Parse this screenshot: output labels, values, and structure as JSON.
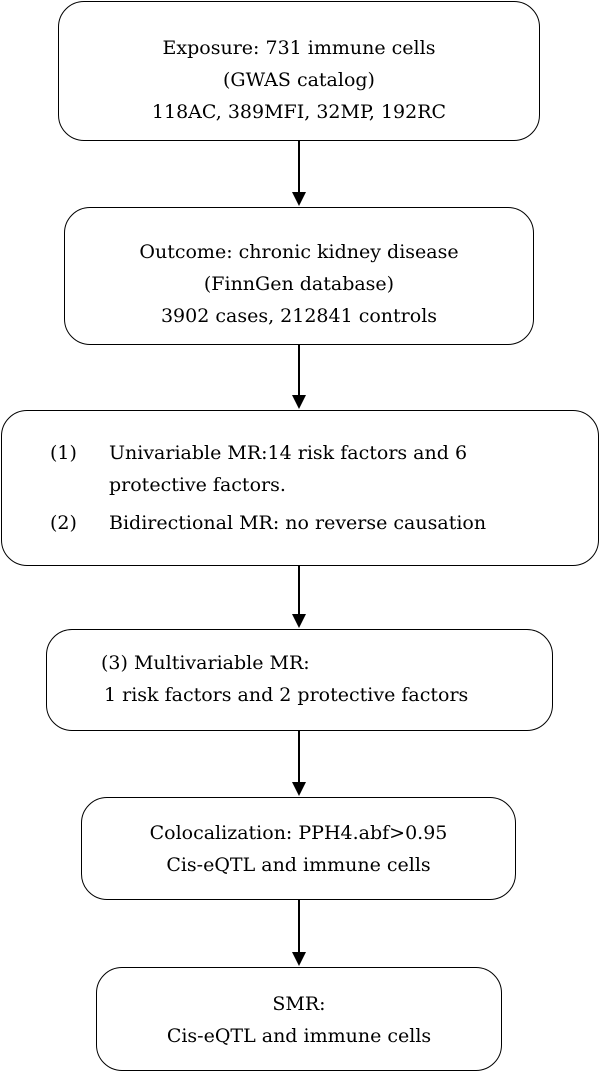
{
  "exposure_box": {
    "line1": "Exposure: 731 immune cells",
    "line2": "(GWAS catalog)",
    "line3": "118AC, 389MFI, 32MP, 192RC"
  },
  "outcome_box": {
    "line1": "Outcome: chronic kidney disease",
    "line2": "(FinnGen database)",
    "line3": "3902 cases, 212841 controls"
  },
  "mr_box": {
    "item1_number": "(1)",
    "item1_line1": "Univariable MR:14 risk factors and 6",
    "item1_line2": "protective factors.",
    "item2_number": "(2)",
    "item2_text": "Bidirectional MR: no reverse causation"
  },
  "mvmr_box": {
    "line1": "(3) Multivariable MR:",
    "line2": "1 risk factors and 2 protective factors"
  },
  "coloc_box": {
    "line1": "Colocalization: PPH4.abf>0.95",
    "line2": "Cis-eQTL and immune cells"
  },
  "smr_box": {
    "line1": "SMR:",
    "line2": "Cis-eQTL and immune cells"
  },
  "colors": {
    "border": "#000000",
    "background": "#ffffff",
    "text": "#000000"
  }
}
